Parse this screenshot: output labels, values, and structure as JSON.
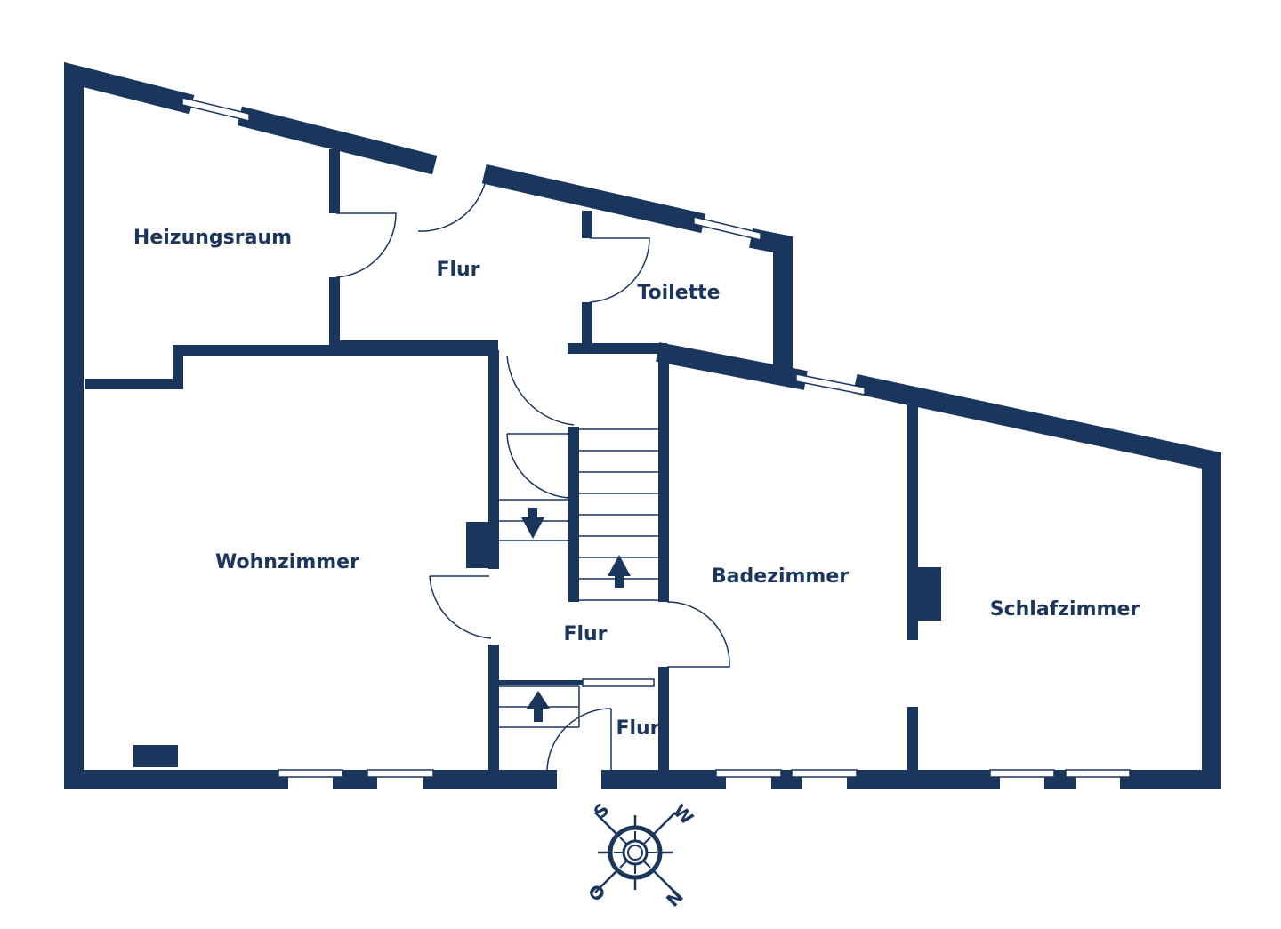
{
  "plan": {
    "rooms": {
      "heizungsraum": "Heizungsraum",
      "flur_top": "Flur",
      "toilette": "Toilette",
      "wohnzimmer": "Wohnzimmer",
      "flur_middle": "Flur",
      "flur_entry": "Flur",
      "badezimmer": "Badezimmer",
      "schlafzimmer": "Schlafzimmer"
    },
    "compass": {
      "s": "S",
      "w": "W",
      "n": "N",
      "o": "O"
    },
    "colors": {
      "wall": "#1b365d"
    }
  }
}
